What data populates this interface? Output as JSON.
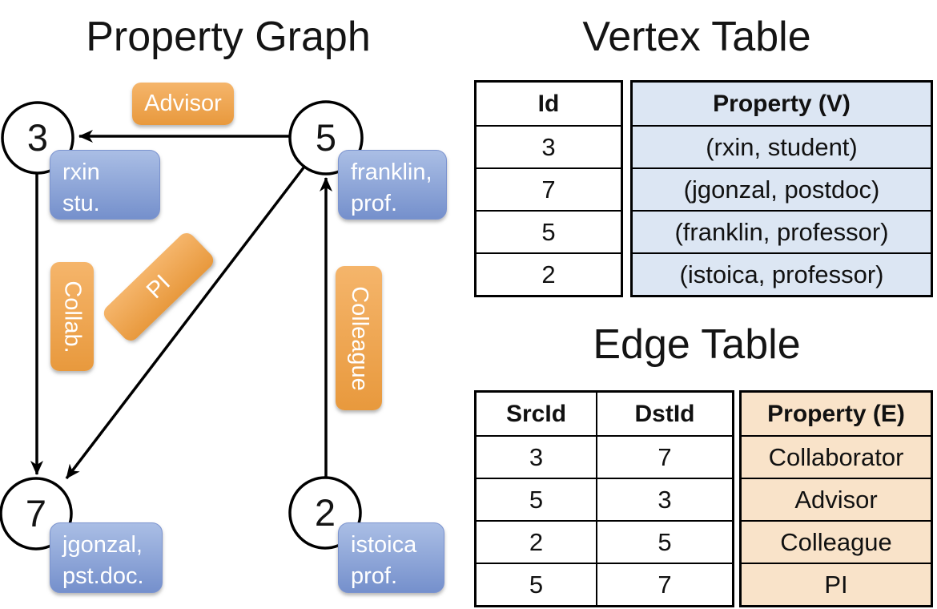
{
  "graph": {
    "title": "Property Graph",
    "nodes": [
      {
        "id": "3",
        "line1": "rxin",
        "line2": "stu."
      },
      {
        "id": "5",
        "line1": "franklin,",
        "line2": "prof."
      },
      {
        "id": "7",
        "line1": "jgonzal,",
        "line2": "pst.doc."
      },
      {
        "id": "2",
        "line1": "istoica",
        "line2": "prof."
      }
    ],
    "edges": [
      {
        "label": "Advisor",
        "from": "5",
        "to": "3"
      },
      {
        "label": "Collab.",
        "from": "3",
        "to": "7"
      },
      {
        "label": "PI",
        "from": "5",
        "to": "7"
      },
      {
        "label": "Colleague",
        "from": "2",
        "to": "5"
      }
    ]
  },
  "vertex_table": {
    "title": "Vertex Table",
    "headers": {
      "id": "Id",
      "property": "Property (V)"
    },
    "rows": [
      [
        "3",
        "(rxin, student)"
      ],
      [
        "7",
        "(jgonzal, postdoc)"
      ],
      [
        "5",
        "(franklin, professor)"
      ],
      [
        "2",
        "(istoica, professor)"
      ]
    ]
  },
  "edge_table": {
    "title": "Edge Table",
    "headers": {
      "src": "SrcId",
      "dst": "DstId",
      "property": "Property (E)"
    },
    "rows": [
      [
        "3",
        "7",
        "Collaborator"
      ],
      [
        "5",
        "3",
        "Advisor"
      ],
      [
        "2",
        "5",
        "Colleague"
      ],
      [
        "5",
        "7",
        "PI"
      ]
    ]
  },
  "colors": {
    "edge_label_orange_top": "#f5b56b",
    "edge_label_orange_bottom": "#e8993d",
    "vertex_box_blue_top": "#aabee5",
    "vertex_box_blue_bottom": "#7590cc",
    "vertex_property_column_bg": "#dce6f3",
    "edge_property_column_bg": "#f9e3c9",
    "line_color": "#000000",
    "node_fill": "#ffffff"
  }
}
